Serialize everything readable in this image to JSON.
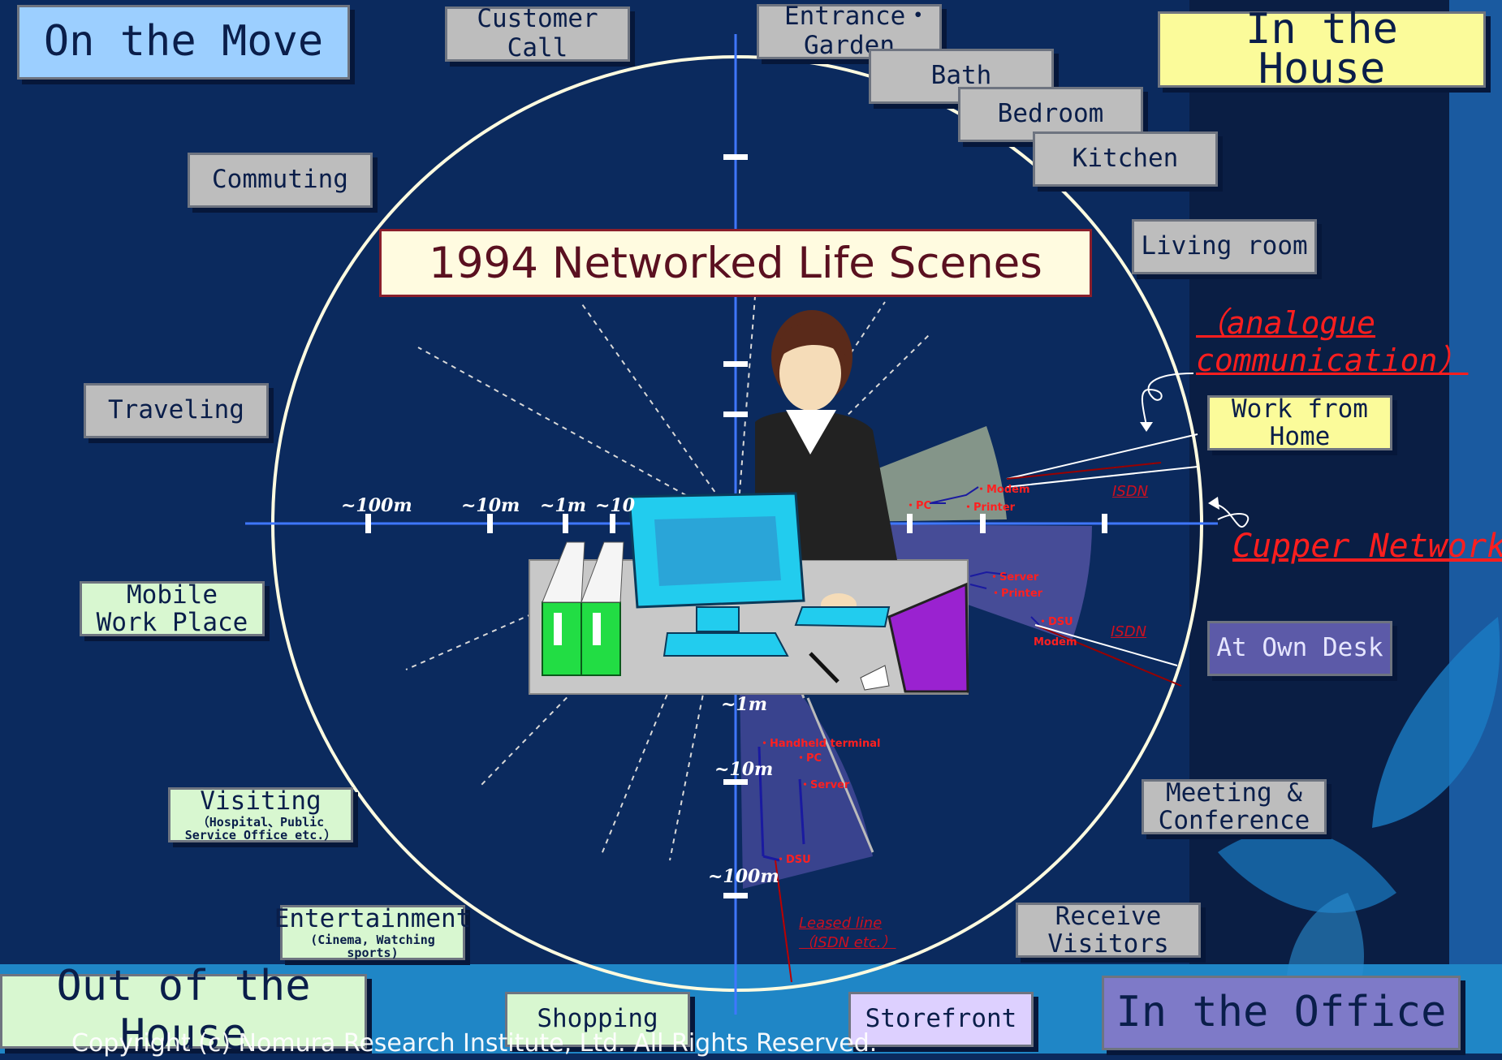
{
  "title": "1994 Networked Life Scenes",
  "zones": {
    "on_the_move": "On the Move",
    "in_the_house": "In the House",
    "out_of_the_house": "Out of the House",
    "in_the_office": "In the Office"
  },
  "scenes": {
    "customer_call": "Customer Call",
    "entrance_garden": "Entrance・Garden",
    "bath": "Bath",
    "bedroom": "Bedroom",
    "kitchen": "Kitchen",
    "living_room": "Living room",
    "commuting": "Commuting",
    "traveling": "Traveling",
    "mobile_work_place": "Mobile Work Place",
    "visiting": "Visiting",
    "visiting_sub": "（Hospital、Public Service Office etc.）",
    "entertainment": "Entertainment",
    "entertainment_sub": "(Cinema, Watching sports)",
    "shopping": "Shopping",
    "storefront": "Storefront",
    "receive_visitors": "Receive Visitors",
    "meeting_conference": "Meeting & Conference",
    "at_own_desk": "At Own Desk",
    "work_from_home": "Work from Home"
  },
  "annotations": {
    "analogue": "（analogue communication）",
    "cupper": "Cupper Network",
    "isdn_1": "ISDN",
    "isdn_2": "ISDN",
    "leased_line": "Leased line（ISDN etc.）"
  },
  "distances": {
    "h_100m": "~100m",
    "h_10m": "~10m",
    "h_1m": "~1m",
    "h_10": "~10",
    "v_1m": "~1m",
    "v_10m": "~10m",
    "v_100m": "~100m"
  },
  "devices": {
    "home_modem": "・Modem",
    "home_pc": "・PC",
    "home_printer": "・Printer",
    "office_server": "・Server",
    "office_printer": "・Printer",
    "office_dsu": "・DSU",
    "office_modem": "Modem",
    "out_handheld": "・Handheld terminal",
    "out_pc": "・PC",
    "out_server": "・Server",
    "out_dsu": "・DSU"
  },
  "footer": {
    "copyright": "Copyright (c) Nomura Research Institute, Ltd. All Rights Reserved."
  },
  "colors": {
    "background": "#0b2a5e",
    "accent_red": "#ff1e1e",
    "title_text": "#5a1020"
  }
}
